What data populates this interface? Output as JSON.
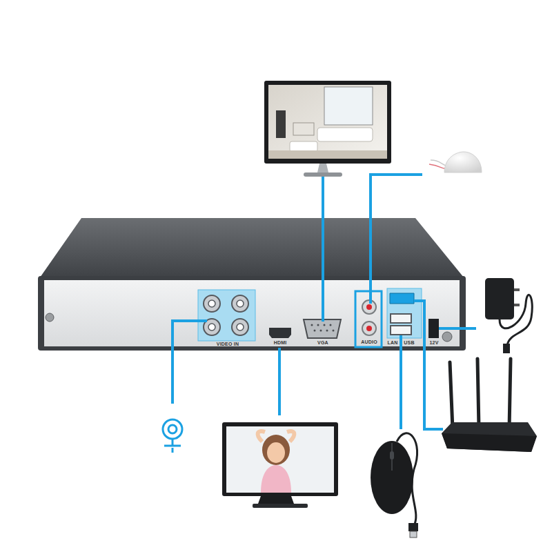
{
  "diagram": {
    "labels": [
      "VIDEO IN",
      "HDMI",
      "VGA",
      "AUDIO",
      "LAN",
      "USB",
      "12V"
    ]
  }
}
